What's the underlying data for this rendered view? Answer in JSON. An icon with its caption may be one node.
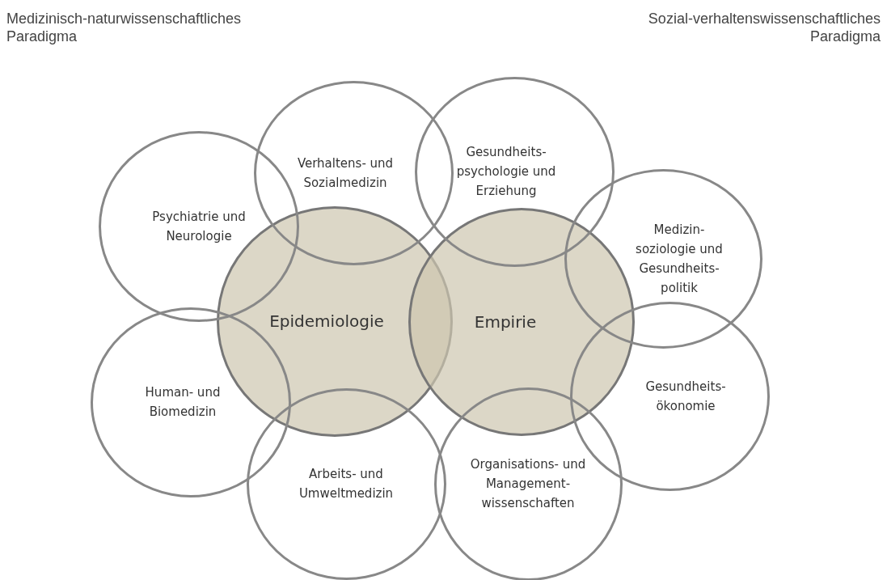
{
  "diagram": {
    "nodes": [
      {
        "text": [
          "Verhaltens- und Sozialmedizin"
        ]
      },
      {
        "text": [
          "Gesundheits- psychologie und Erziehung"
        ]
      },
      {
        "text": [
          "Psychiatrie und Neurologie"
        ]
      },
      {
        "text": [
          "Medizin- soziologie und Gesundheits- politik"
        ]
      },
      {
        "text": [
          "Epidemiologie"
        ]
      },
      {
        "text": [
          "Empirie"
        ]
      },
      {
        "text": [
          "Human- und Biomedizin"
        ]
      },
      {
        "text": [
          "Gesundheits- ökonomie"
        ]
      },
      {
        "text": [
          "Arbeits- und Umweltmedizin"
        ]
      },
      {
        "text": [
          "Organisations- und Management- wissenschaften"
        ]
      }
    ],
    "labels": [
      "Medizinisch-naturwissenschaftliches Paradigma",
      "Sozial-verhaltenswissenschaftliches Paradigma"
    ]
  }
}
